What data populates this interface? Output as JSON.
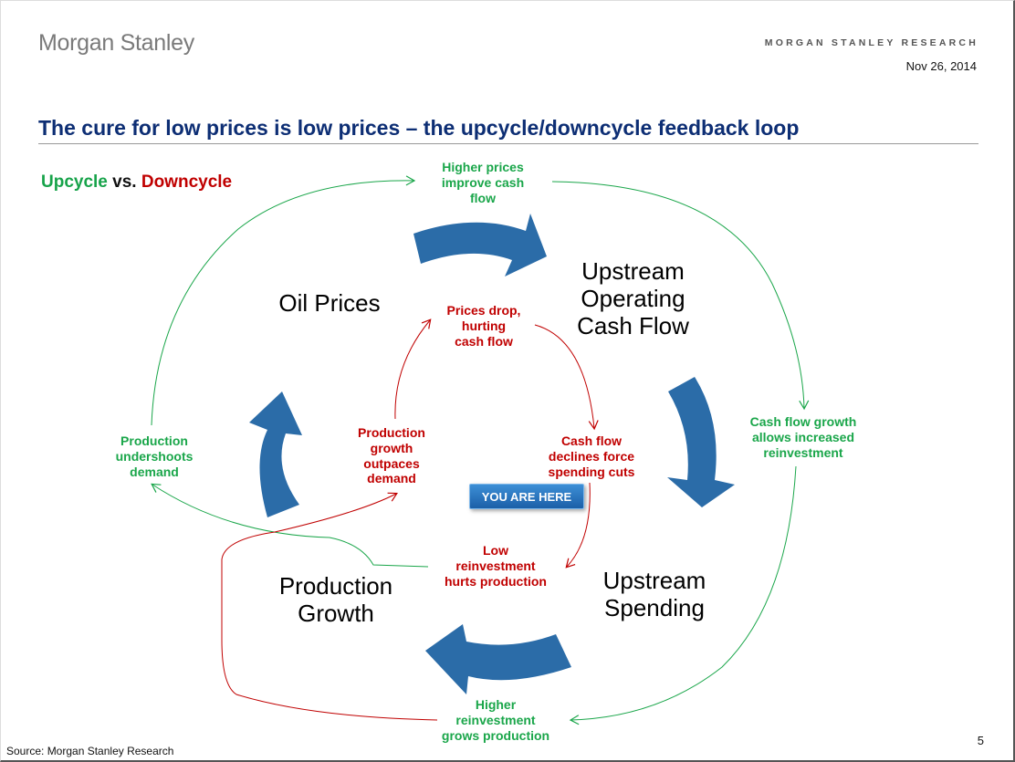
{
  "header": {
    "logo": "Morgan Stanley",
    "research_label": "MORGAN STANLEY RESEARCH",
    "date": "Nov 26, 2014"
  },
  "title": "The cure for low prices is low prices – the upcycle/downcycle feedback loop",
  "legend": {
    "upcycle": "Upcycle",
    "vs": " vs. ",
    "downcycle": "Downcycle",
    "upcycle_color": "#1aa64a",
    "downcycle_color": "#c00000"
  },
  "nodes": {
    "oil_prices": "Oil Prices",
    "cash_flow": [
      "Upstream",
      "Operating",
      "Cash Flow"
    ],
    "spending": [
      "Upstream",
      "Spending"
    ],
    "production": [
      "Production",
      "Growth"
    ]
  },
  "upcycle_labels": {
    "top": [
      "Higher prices",
      "improve cash",
      "flow"
    ],
    "right": [
      "Cash flow growth",
      "allows increased",
      "reinvestment"
    ],
    "bottom": [
      "Higher",
      "reinvestment",
      "grows production"
    ],
    "left": [
      "Production",
      "undershoots",
      "demand"
    ]
  },
  "downcycle_labels": {
    "top": [
      "Prices drop,",
      "hurting",
      "cash flow"
    ],
    "right": [
      "Cash flow",
      "declines force",
      "spending cuts"
    ],
    "bottom": [
      "Low",
      "reinvestment",
      "hurts production"
    ],
    "left": [
      "Production",
      "growth",
      "outpaces",
      "demand"
    ]
  },
  "badge": "YOU ARE HERE",
  "arrow_color": "#2b6ca8",
  "footer": {
    "source": "Source: Morgan Stanley Research",
    "page_number": "5"
  }
}
